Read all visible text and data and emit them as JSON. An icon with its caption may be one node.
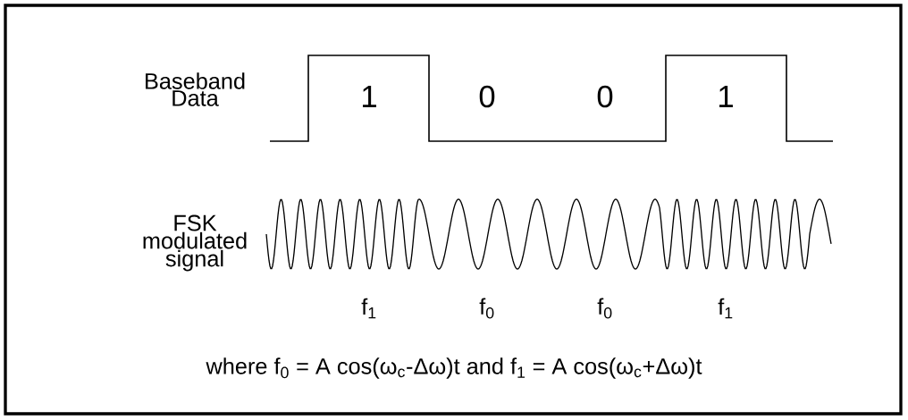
{
  "diagram": {
    "labels": [
      "Baseband Data",
      "FSK modulated signal",
      "1",
      "0",
      "0",
      "1",
      "f$_{1}$",
      "f$_{0}$",
      "f$_{0}$",
      "f$_{1}$",
      "where  f$_{0}$ = A cos(ω$_{c}$-Δω)t  and  f$_{1}$ = A cos(ω$_{c}$+Δω)t"
    ]
  }
}
